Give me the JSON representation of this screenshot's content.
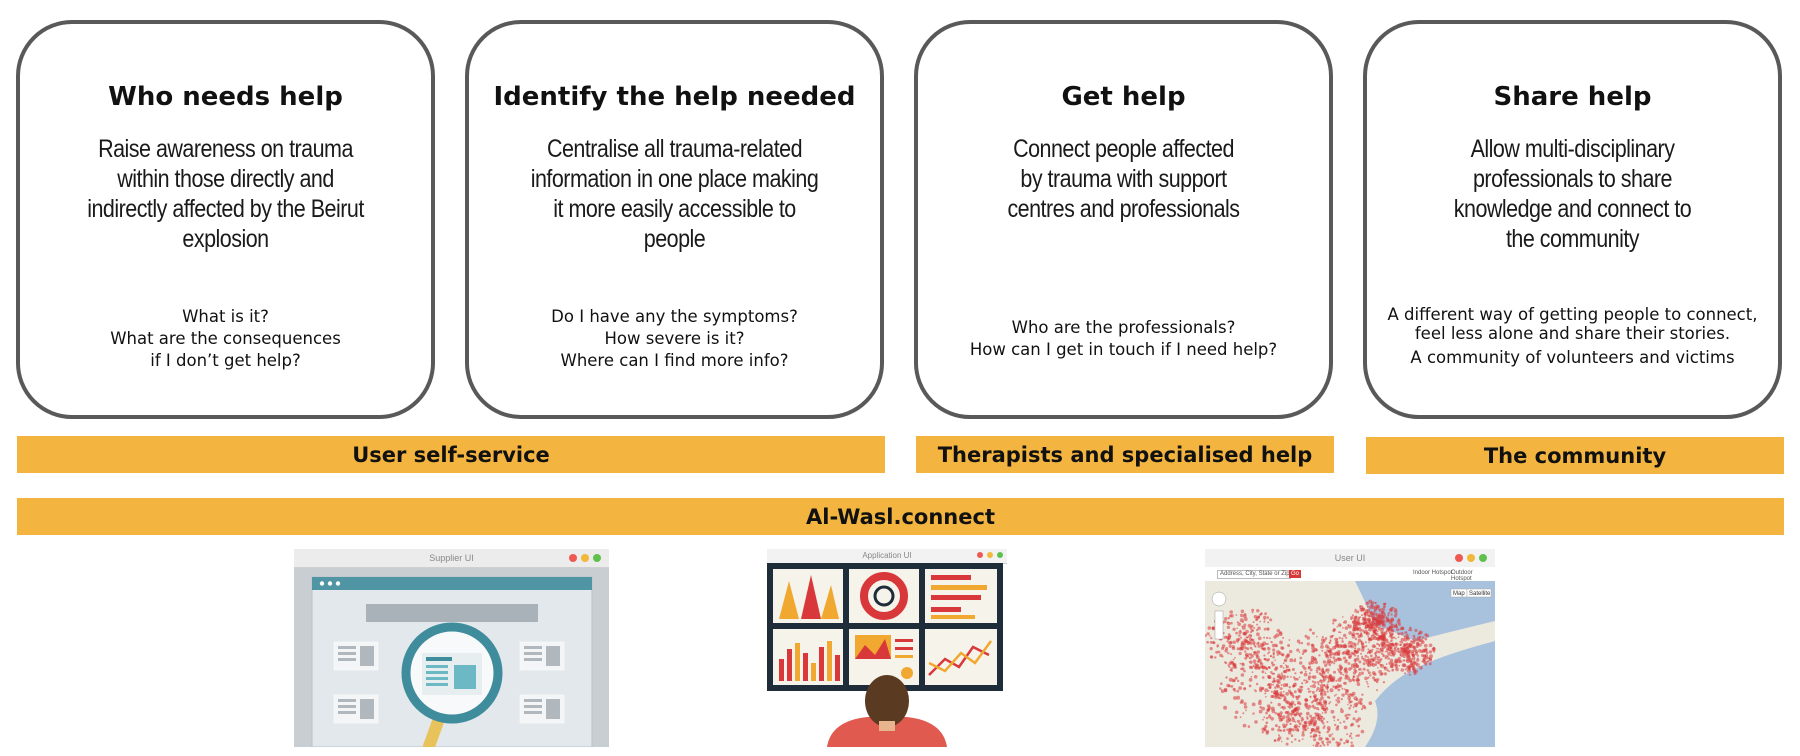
{
  "cards": [
    {
      "title": "Who needs help",
      "description": "Raise awareness on trauma within those directly and indirectly affected by the Beirut explosion",
      "questions": [
        "What is it?",
        "What are the consequences if I don’t get help?"
      ]
    },
    {
      "title": "Identify the help needed",
      "description": "Centralise all trauma-related information in one place making it more easily accessible to people",
      "questions": [
        "Do I have any the symptoms?",
        "How severe is it?",
        "Where can I find more info?"
      ]
    },
    {
      "title": "Get help",
      "description": "Connect people affected by trauma with support centres and professionals",
      "questions": [
        "Who are the professionals?",
        "How can I get in touch if I need help?"
      ]
    },
    {
      "title": "Share help",
      "description": "Allow multi-disciplinary professionals to share knowledge and connect to the community",
      "questions": [
        "A different way of getting people to connect, feel less alone and share their stories.",
        "A community of volunteers and victims"
      ]
    }
  ],
  "bands": {
    "user_self_service": "User self-service",
    "therapists": "Therapists and specialised help",
    "community": "The community",
    "platform": "Al-Wasl.connect"
  },
  "screenshots": {
    "supplier": {
      "title": "Supplier UI",
      "icon": "magnifier-over-document-icon"
    },
    "application": {
      "title": "Application UI",
      "icon": "dashboard-monitor-icon"
    },
    "user": {
      "title": "User UI",
      "icon": "heatmap-icon",
      "search_placeholder": "Address, City, State or Zip",
      "go": "Go",
      "legend_a": "Indoor Hotspot",
      "legend_b": "Outdoor Hotspot",
      "map_btn": "Map",
      "sat_btn": "Satellite"
    }
  },
  "colors": {
    "band": "#f3b53f",
    "card_border": "#595959",
    "accent_teal": "#3f8c9c",
    "accent_red": "#d9383b"
  }
}
